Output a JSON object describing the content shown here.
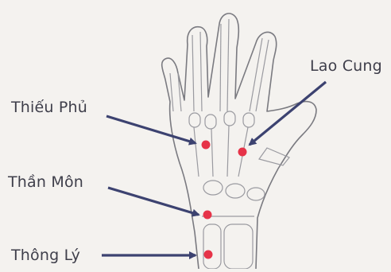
{
  "points": [
    {
      "id": "thieu-phu",
      "label": "Thiếu Phủ"
    },
    {
      "id": "than-mon",
      "label": "Thần Môn"
    },
    {
      "id": "thong-ly",
      "label": "Thông Lý"
    },
    {
      "id": "lao-cung",
      "label": "Lao Cung"
    }
  ],
  "colors": {
    "background": "#f4f2ef",
    "outline": "#7a7a80",
    "arrow": "#3c4270",
    "point": "#e63348",
    "text": "#3e3e4a"
  }
}
